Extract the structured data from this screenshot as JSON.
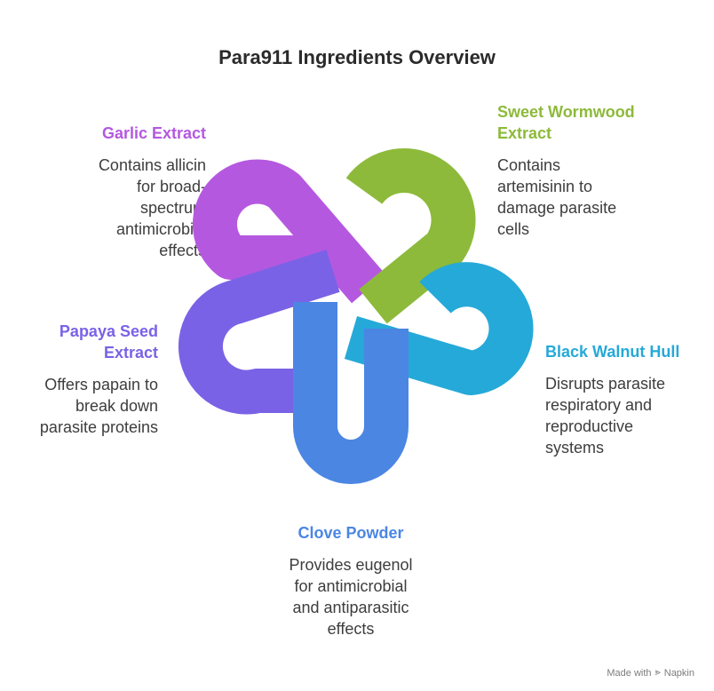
{
  "title": "Para911 Ingredients Overview",
  "ingredients": {
    "garlic": {
      "name": "Garlic Extract",
      "desc_lines": [
        "Contains allicin",
        "for broad-",
        "spectrum",
        "antimicrobial",
        "effects"
      ],
      "color": "#b558e0"
    },
    "wormwood": {
      "name_lines": [
        "Sweet Wormwood",
        "Extract"
      ],
      "desc_lines": [
        "Contains",
        "artemisinin to",
        "damage parasite",
        "cells"
      ],
      "color": "#8dba3a"
    },
    "papaya": {
      "name_lines": [
        "Papaya Seed",
        "Extract"
      ],
      "desc_lines": [
        "Offers papain to",
        "break down",
        "parasite proteins"
      ],
      "color": "#7a62e6"
    },
    "walnut": {
      "name": "Black Walnut Hull",
      "desc_lines": [
        "Disrupts parasite",
        "respiratory and",
        "reproductive",
        "systems"
      ],
      "color": "#25a9d8"
    },
    "clove": {
      "name": "Clove Powder",
      "desc_lines": [
        "Provides eugenol",
        "for antimicrobial",
        "and antiparasitic",
        "effects"
      ],
      "color": "#4b86e3"
    }
  },
  "footer": {
    "made_with": "Made with",
    "brand": "Napkin",
    "icon": "napkin-logo-icon"
  }
}
